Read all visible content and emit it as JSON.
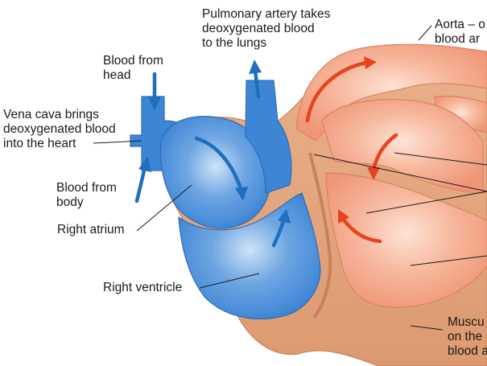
{
  "labels": {
    "blood_from_head": "Blood from\nhead",
    "pulmonary_artery": "Pulmonary artery takes\ndeoxygenated blood\nto the lungs",
    "aorta": "Aorta – o\nblood ar",
    "vena_cava": "Vena cava brings\ndeoxygenated blood\ninto the heart",
    "blood_from_body": "Blood from\nbody",
    "right_atrium": "Right atrium",
    "right_ventricle": "Right ventricle",
    "muscular_wall": "Muscu\non the\nblood a"
  },
  "colors": {
    "deoxygenated": "#3d86d6",
    "oxygenated": "#f2a184",
    "heart_wall": "#e5a57c",
    "arrow_blue": "#1f6fbf",
    "arrow_red": "#e8431f"
  }
}
